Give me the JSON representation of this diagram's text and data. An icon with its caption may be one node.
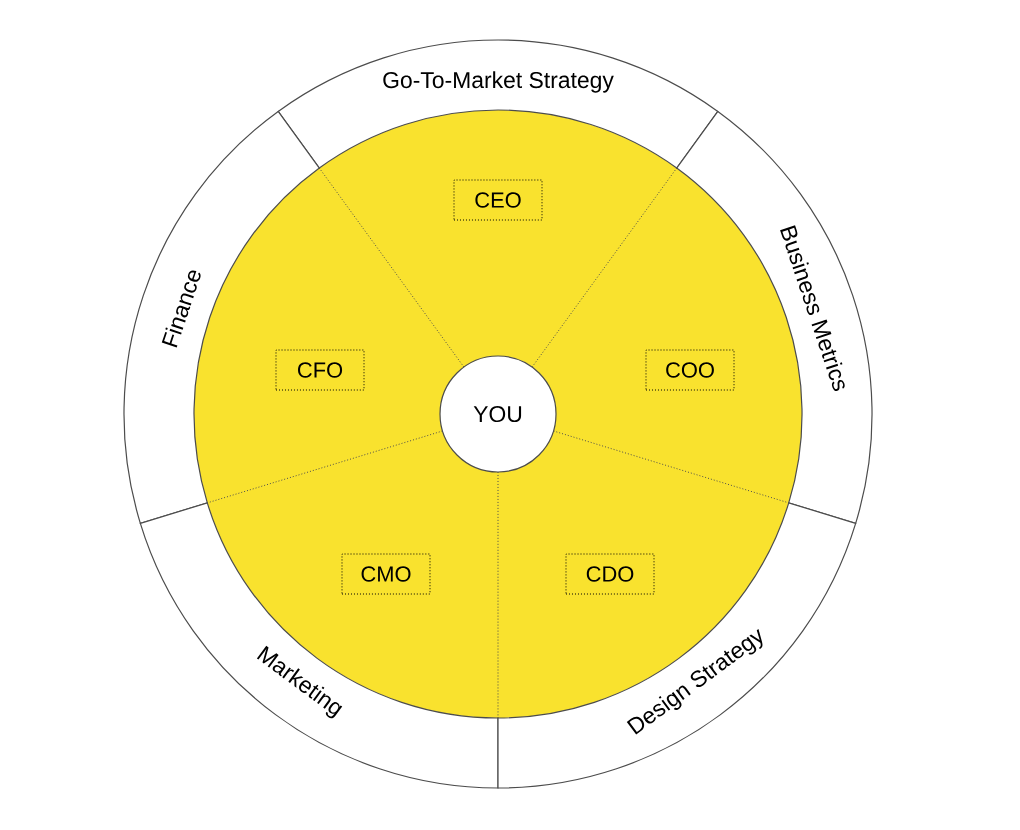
{
  "diagram": {
    "nodes": [
      {
        "text": [
          "Go-To-Market Strategy"
        ]
      },
      {
        "text": [
          "Finance"
        ]
      },
      {
        "text": [
          "Business Metrics"
        ]
      },
      {
        "text": [
          "Marketing"
        ]
      },
      {
        "text": [
          "Design Strategy"
        ]
      },
      {
        "text": [
          "CEO"
        ]
      },
      {
        "text": [
          "CFO"
        ]
      },
      {
        "text": [
          "COO"
        ]
      },
      {
        "text": [
          "YOU"
        ]
      },
      {
        "text": [
          "CMO"
        ]
      },
      {
        "text": [
          "CDO"
        ]
      }
    ],
    "edges": []
  }
}
